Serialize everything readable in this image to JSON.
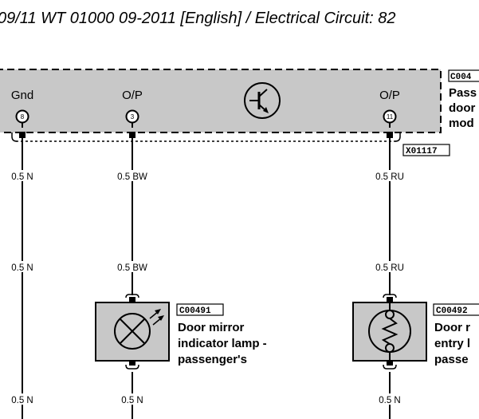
{
  "header": {
    "title": "09/11  WT 01000 09-2011 [English] / Electrical Circuit: 82"
  },
  "module": {
    "code": "C004",
    "desc_lines": [
      "Pass",
      "door",
      "mod"
    ],
    "pins": [
      {
        "label": "Gnd",
        "number": "8"
      },
      {
        "label": "O/P",
        "number": "3"
      },
      {
        "label": "O/P",
        "number": "11"
      }
    ],
    "splice_code": "X01117"
  },
  "wires": {
    "upper": [
      "0.5 N",
      "0.5 BW",
      "0.5 RU"
    ],
    "middle": [
      "0.5 N",
      "0.5 BW",
      "0.5 RU"
    ],
    "lower": [
      "0.5 N",
      "0.5 N",
      "0.5 N"
    ]
  },
  "lamp": {
    "code": "C00491",
    "desc_lines": [
      "Door mirror",
      "indicator lamp -",
      "passenger's"
    ]
  },
  "entry_lamp": {
    "code": "C00492",
    "desc_lines": [
      "Door r",
      "entry l",
      "passe"
    ]
  }
}
